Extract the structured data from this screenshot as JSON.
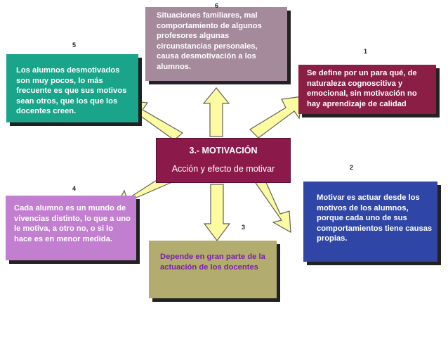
{
  "center": {
    "title": "3.- MOTIVACIÓN",
    "subtitle": "Acción y efecto de motivar"
  },
  "nodes": [
    {
      "id": "1",
      "number": "1",
      "text": "Se define por un para qué, de naturaleza cognoscitiva y emocional, sin motivación no hay aprendizaje de calidad",
      "color": "#8b1e45",
      "text_color": "#ffffff"
    },
    {
      "id": "2",
      "number": "2",
      "text": "Motivar es actuar desde los motivos de los alumnos, porque cada uno de sus comportamientos tiene causas propias.",
      "color": "#2f46a7",
      "text_color": "#ffffff"
    },
    {
      "id": "3",
      "number": "3",
      "text": "Depende en gran parte de la actuación de los docentes",
      "color": "#b2ad6f",
      "text_color": "#7a1fa8"
    },
    {
      "id": "4",
      "number": "4",
      "text": "Cada alumno es un mundo de vivencias distinto, lo que a uno le motiva, a otro no, o si lo hace es en menor medida.",
      "color": "#c27fd0",
      "text_color": "#ffffff"
    },
    {
      "id": "5",
      "number": "5",
      "text": "Los alumnos desmotivados son muy pocos, lo más frecuente es que sus motivos sean otros,  que los que los docentes  creen.",
      "color": "#1aa58a",
      "text_color": "#ffffff"
    },
    {
      "id": "6",
      "number": "6",
      "text": "Situaciones familiares, mal comportamiento de algunos profesores algunas circunstancias personales, causa desmotivación a los alumnos.",
      "color": "#a48a9a",
      "text_color": "#ffffff"
    }
  ],
  "colors": {
    "arrow_fill": "#fdfba0",
    "arrow_stroke": "#606060",
    "center_bg": "#8b1a4a"
  }
}
